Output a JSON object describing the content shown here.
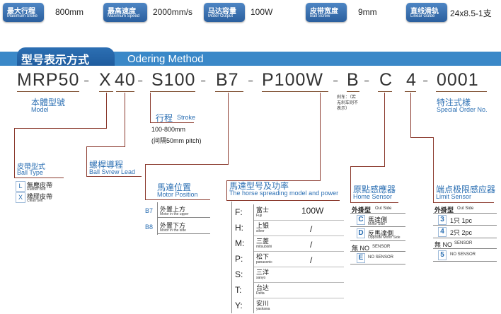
{
  "specs": [
    {
      "cn": "最大行程",
      "en": "Maximum Stoke",
      "value": "800mm"
    },
    {
      "cn": "最高速度",
      "en": "Maximum Speed",
      "value": "2000mm/s"
    },
    {
      "cn": "马达容量",
      "en": "Motor Output",
      "value": "100W"
    },
    {
      "cn": "皮带宽度",
      "en": "Ball Screw",
      "value": "9mm"
    },
    {
      "cn": "直线滑轨",
      "en": "Linear Guide",
      "value": "24x8.5-1支"
    }
  ],
  "section": {
    "title_cn": "型号表示方式",
    "title_en": "Odering Method"
  },
  "code": {
    "parts": [
      "MRP50",
      "X",
      "40",
      "S100",
      "B7",
      "P100W",
      "B",
      "C",
      "4",
      "0001"
    ],
    "dash": "-"
  },
  "model": {
    "cn": "本體型號",
    "en": "Model"
  },
  "special": {
    "cn": "特注式樣",
    "en": "Special Order No."
  },
  "stroke": {
    "cn": "行程",
    "en": "Stroke",
    "range": "100-800mm",
    "pitch": "(间隔50mm pitch)"
  },
  "belt_note": {
    "l1": "刹车：（若",
    "l2": "无刹车则不",
    "l3": "表示）"
  },
  "belt_type": {
    "cn": "皮帶型式",
    "en": "Ball Type",
    "options": [
      {
        "code": "L",
        "cn": "無塵皮帶",
        "en": "Rubber Belt"
      },
      {
        "code": "X",
        "cn": "橡膠皮帶",
        "en": "Clean belt"
      }
    ]
  },
  "lead": {
    "cn": "螺桿導程",
    "en": "Ball Svrew Lead"
  },
  "motor_position": {
    "cn": "馬達位置",
    "en": "Motor Position",
    "options": [
      {
        "code": "B7",
        "cn": "外置上方",
        "en": "Motor in the upper"
      },
      {
        "code": "B8",
        "cn": "外置下方",
        "en": "Motor in the side"
      }
    ]
  },
  "motor_model": {
    "cn": "馬達型号及功率",
    "en": "The horse spreading model and power",
    "rows": [
      {
        "k": "F:",
        "cn": "富士",
        "en": "Fuji",
        "v": "100W"
      },
      {
        "k": "H:",
        "cn": "上银",
        "en": "silver",
        "v": "/"
      },
      {
        "k": "M:",
        "cn": "三菱",
        "en": "mitsubishi",
        "v": "/"
      },
      {
        "k": "P:",
        "cn": "松下",
        "en": "panasonic",
        "v": "/"
      },
      {
        "k": "S:",
        "cn": "三洋",
        "en": "sanyo",
        "v": ""
      },
      {
        "k": "T:",
        "cn": "台达",
        "en": "Delta",
        "v": ""
      },
      {
        "k": "Y:",
        "cn": "安川",
        "en": "yaskawa",
        "v": ""
      }
    ]
  },
  "home_sensor": {
    "cn": "原點感應器",
    "en": "Home Sensor",
    "out_cn": "外掛型",
    "out_en": "Out Side",
    "options": [
      {
        "code": "C",
        "cn": "馬達側",
        "en": "Motor Side"
      },
      {
        "code": "D",
        "cn": "反馬達側",
        "en": "Opposite Motor Side"
      }
    ],
    "none_cn": "無 NO",
    "none_en": "SENSOR",
    "e_code": "E",
    "e_text": "NO SENSOR"
  },
  "limit_sensor": {
    "cn": "端点极限感应器",
    "en": "Limit Sensor",
    "out_cn": "外掛型",
    "out_en": "Out Side",
    "options": [
      {
        "code": "3",
        "text": "1只 1pc"
      },
      {
        "code": "4",
        "text": "2只 2pc"
      }
    ],
    "none_cn": "無 NO",
    "none_en": "SENSOR",
    "e_code": "5",
    "e_text": "NO SENSOR"
  }
}
